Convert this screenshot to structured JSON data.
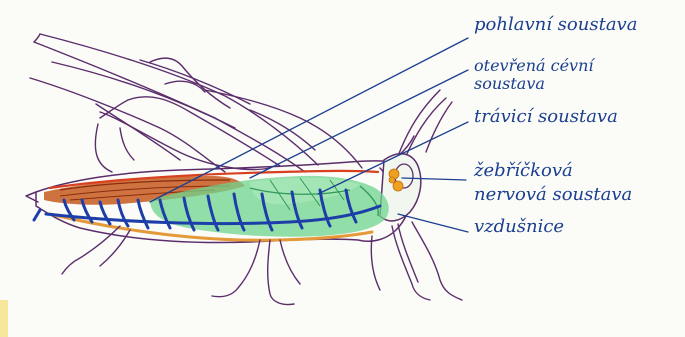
{
  "labels": {
    "reproductive_system": "pohlavní soustava",
    "circulatory_system_line1": "otevřená cévní",
    "circulatory_system_line2": "soustava",
    "digestive_system": "trávicí soustava",
    "nervous_system_line1": "žebříčková",
    "nervous_system_line2": "nervová soustava",
    "tracheae": "vzdušnice"
  },
  "colors": {
    "outline": "#5b2e6b",
    "label_ink": "#1b3f8f",
    "digestive": "#4fc879",
    "digestive_light": "#b9ebc6",
    "reproductive": "#b0421c",
    "heart": "#d8411f",
    "tracheae": "#1d3ea8",
    "nerve_ganglia": "#f0a020",
    "fat_body": "#e59a3a"
  }
}
